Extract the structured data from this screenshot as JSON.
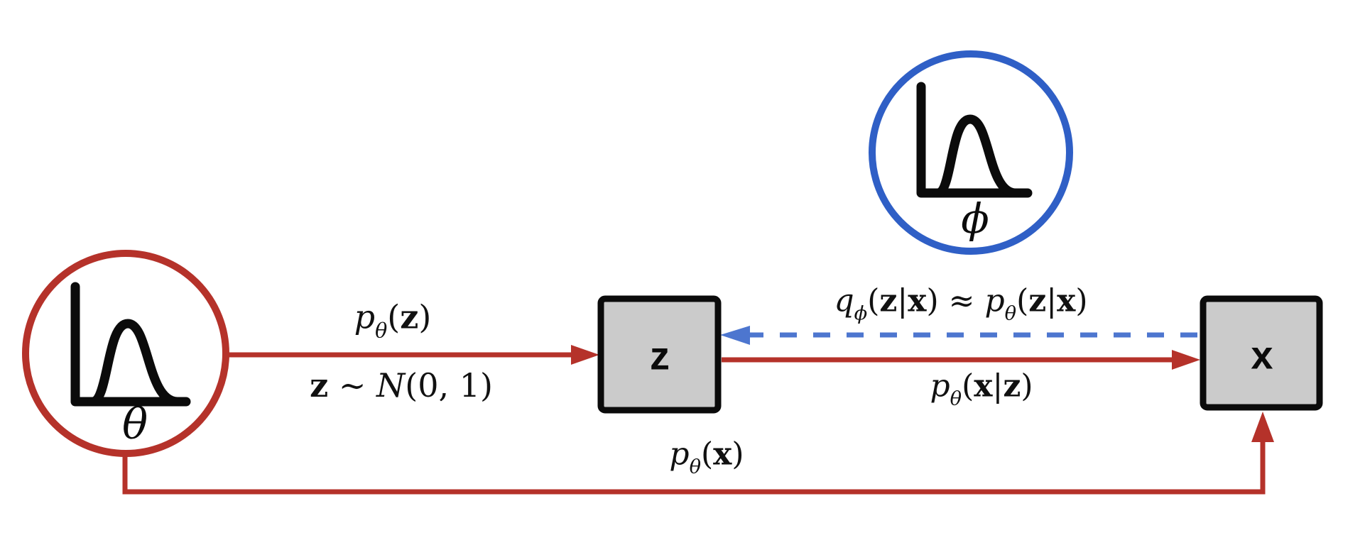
{
  "colors": {
    "red": "#b5322a",
    "blue": "#2f5fc6",
    "blue_dash": "#4d76cf",
    "box_fill": "#cbcbcb",
    "box_border": "#0b0b0b",
    "icon": "#0b0b0b",
    "background": "#ffffff"
  },
  "nodes": {
    "theta": {
      "symbol": "θ",
      "kind": "distribution"
    },
    "phi": {
      "symbol": "ϕ",
      "kind": "distribution"
    },
    "z": {
      "label": "z"
    },
    "x": {
      "label": "x"
    }
  },
  "labels": {
    "prior_top": [
      {
        "t": "p",
        "c": "i"
      },
      {
        "t": "θ",
        "c": "sub"
      },
      {
        "t": "(",
        "c": "n"
      },
      {
        "t": "z",
        "c": "b"
      },
      {
        "t": ")",
        "c": "n"
      }
    ],
    "prior_bottom": [
      {
        "t": "z",
        "c": "b"
      },
      {
        "t": " ∼ ",
        "c": "n"
      },
      {
        "t": "N",
        "c": "cal"
      },
      {
        "t": "(0, 1)",
        "c": "n"
      }
    ],
    "inference": [
      {
        "t": "q",
        "c": "i"
      },
      {
        "t": "ϕ",
        "c": "sub"
      },
      {
        "t": "(",
        "c": "n"
      },
      {
        "t": "z",
        "c": "b"
      },
      {
        "t": "|",
        "c": "n"
      },
      {
        "t": "x",
        "c": "b"
      },
      {
        "t": ") ≈ ",
        "c": "n"
      },
      {
        "t": "p",
        "c": "i"
      },
      {
        "t": "θ",
        "c": "sub"
      },
      {
        "t": "(",
        "c": "n"
      },
      {
        "t": "z",
        "c": "b"
      },
      {
        "t": "|",
        "c": "n"
      },
      {
        "t": "x",
        "c": "b"
      },
      {
        "t": ")",
        "c": "n"
      }
    ],
    "likelihood": [
      {
        "t": "p",
        "c": "i"
      },
      {
        "t": "θ",
        "c": "sub"
      },
      {
        "t": "(",
        "c": "n"
      },
      {
        "t": "x",
        "c": "b"
      },
      {
        "t": "|",
        "c": "n"
      },
      {
        "t": "z",
        "c": "b"
      },
      {
        "t": ")",
        "c": "n"
      }
    ],
    "marginal": [
      {
        "t": "p",
        "c": "i"
      },
      {
        "t": "θ",
        "c": "sub"
      },
      {
        "t": "(",
        "c": "n"
      },
      {
        "t": "x",
        "c": "b"
      },
      {
        "t": ")",
        "c": "n"
      }
    ]
  }
}
